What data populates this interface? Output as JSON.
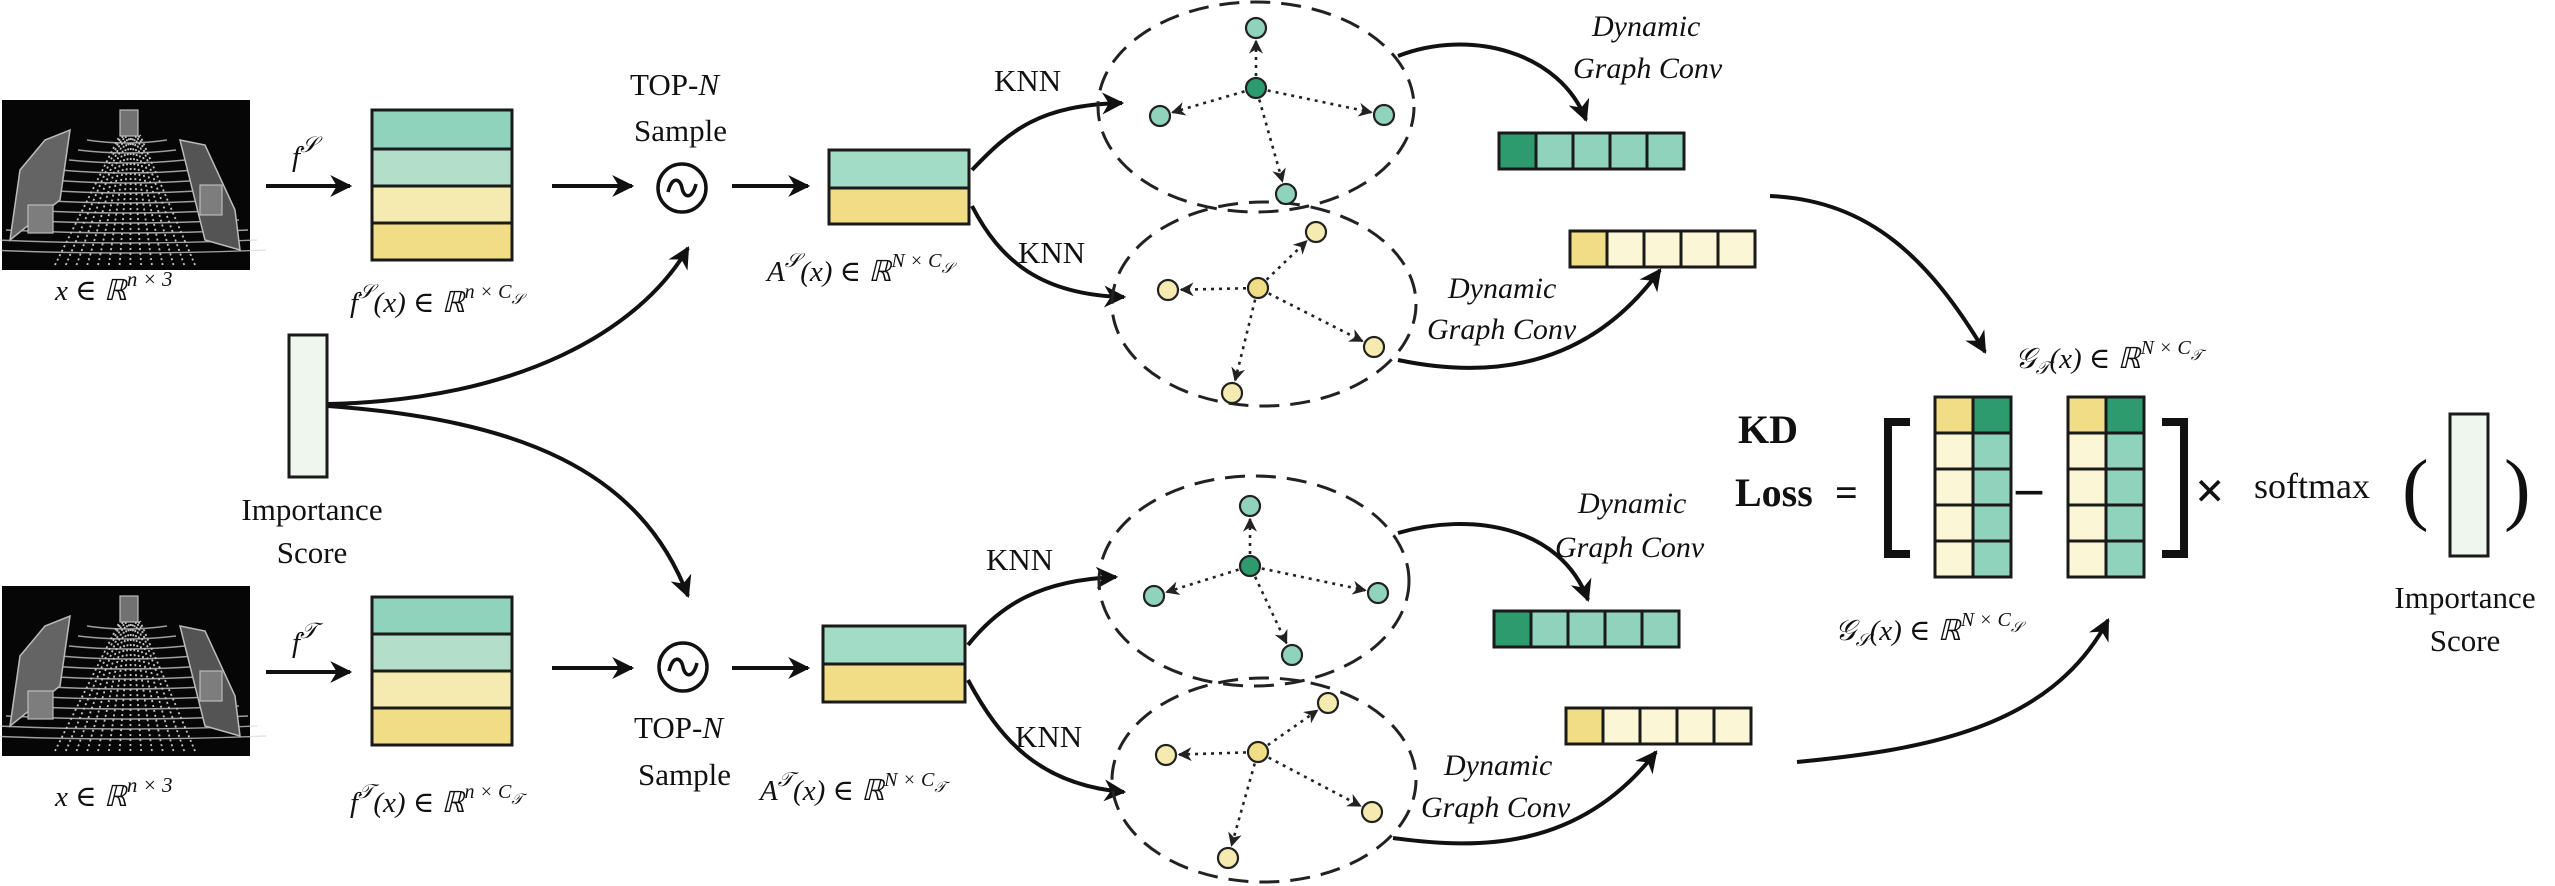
{
  "colors": {
    "teal_dark": "#2e9b6f",
    "teal": "#8fd3bd",
    "teal_light": "#b3dfca",
    "teal_pale": "#a3dcc6",
    "yellow": "#f0dd85",
    "yellow_light": "#f5eab0",
    "yellow_pale": "#fbf6d6",
    "score": "#eef6ee"
  },
  "icons": [
    "point-cloud-image",
    "sampling-icon",
    "knn-graph"
  ],
  "student": {
    "feature_fn": "f",
    "feature_fn_sup": "𝒮",
    "input_label": "x ∈ ℝ",
    "input_sup": "n × 3",
    "feature_label": "f",
    "feature_label_sup1": "𝒮",
    "feature_label_rest": "(x) ∈ ℝ",
    "feature_label_sup2": "n × C",
    "feature_label_sub2": "𝒮",
    "sample_top": "TOP-",
    "sample_n": "N",
    "sample_bottom": "Sample",
    "sampled_label": "A",
    "sampled_sup1": "𝒮",
    "sampled_rest": "(x) ∈ ℝ",
    "sampled_sup2": "N × C",
    "sampled_sub2": "𝒮",
    "knn_top": "KNN",
    "knn_bottom": "KNN",
    "conv_top_1": "Dynamic",
    "conv_top_2": "Graph Conv",
    "conv_bottom_1": "Dynamic",
    "conv_bottom_2": "Graph Conv"
  },
  "teacher": {
    "feature_fn": "f",
    "feature_fn_sup": "𝒯",
    "input_label": "x ∈ ℝ",
    "input_sup": "n × 3",
    "feature_label": "f",
    "feature_label_sup1": "𝒯",
    "feature_label_rest": "(x) ∈ ℝ",
    "feature_label_sup2": "n × C",
    "feature_label_sub2": "𝒯",
    "sample_top": "TOP-",
    "sample_n": "N",
    "sample_bottom": "Sample",
    "sampled_label": "A",
    "sampled_sup1": "𝒯",
    "sampled_rest": "(x) ∈ ℝ",
    "sampled_sup2": "N × C",
    "sampled_sub2": "𝒯",
    "knn_top": "KNN",
    "knn_bottom": "KNN",
    "conv_top_1": "Dynamic",
    "conv_top_2": "Graph Conv",
    "conv_bottom_1": "Dynamic",
    "conv_bottom_2": "Graph Conv"
  },
  "importance": {
    "line1": "Importance",
    "line2": "Score"
  },
  "loss": {
    "line1": "KD",
    "line2": "Loss",
    "equals": "=",
    "minus": "–",
    "times": "×",
    "softmax": "softmax",
    "paren_open": "(",
    "paren_close": ")",
    "g_teacher": "𝒢",
    "g_teacher_sub": "𝒯",
    "g_teacher_rest": "(x) ∈ ℝ",
    "g_teacher_sup": "N × C",
    "g_teacher_sup_sub": "𝒯",
    "g_student": "𝒢",
    "g_student_sub": "𝒮",
    "g_student_rest": "(x) ∈ ℝ",
    "g_student_sup": "N × C",
    "g_student_sup_sub": "𝒮",
    "score_line1": "Importance",
    "score_line2": "Score"
  }
}
